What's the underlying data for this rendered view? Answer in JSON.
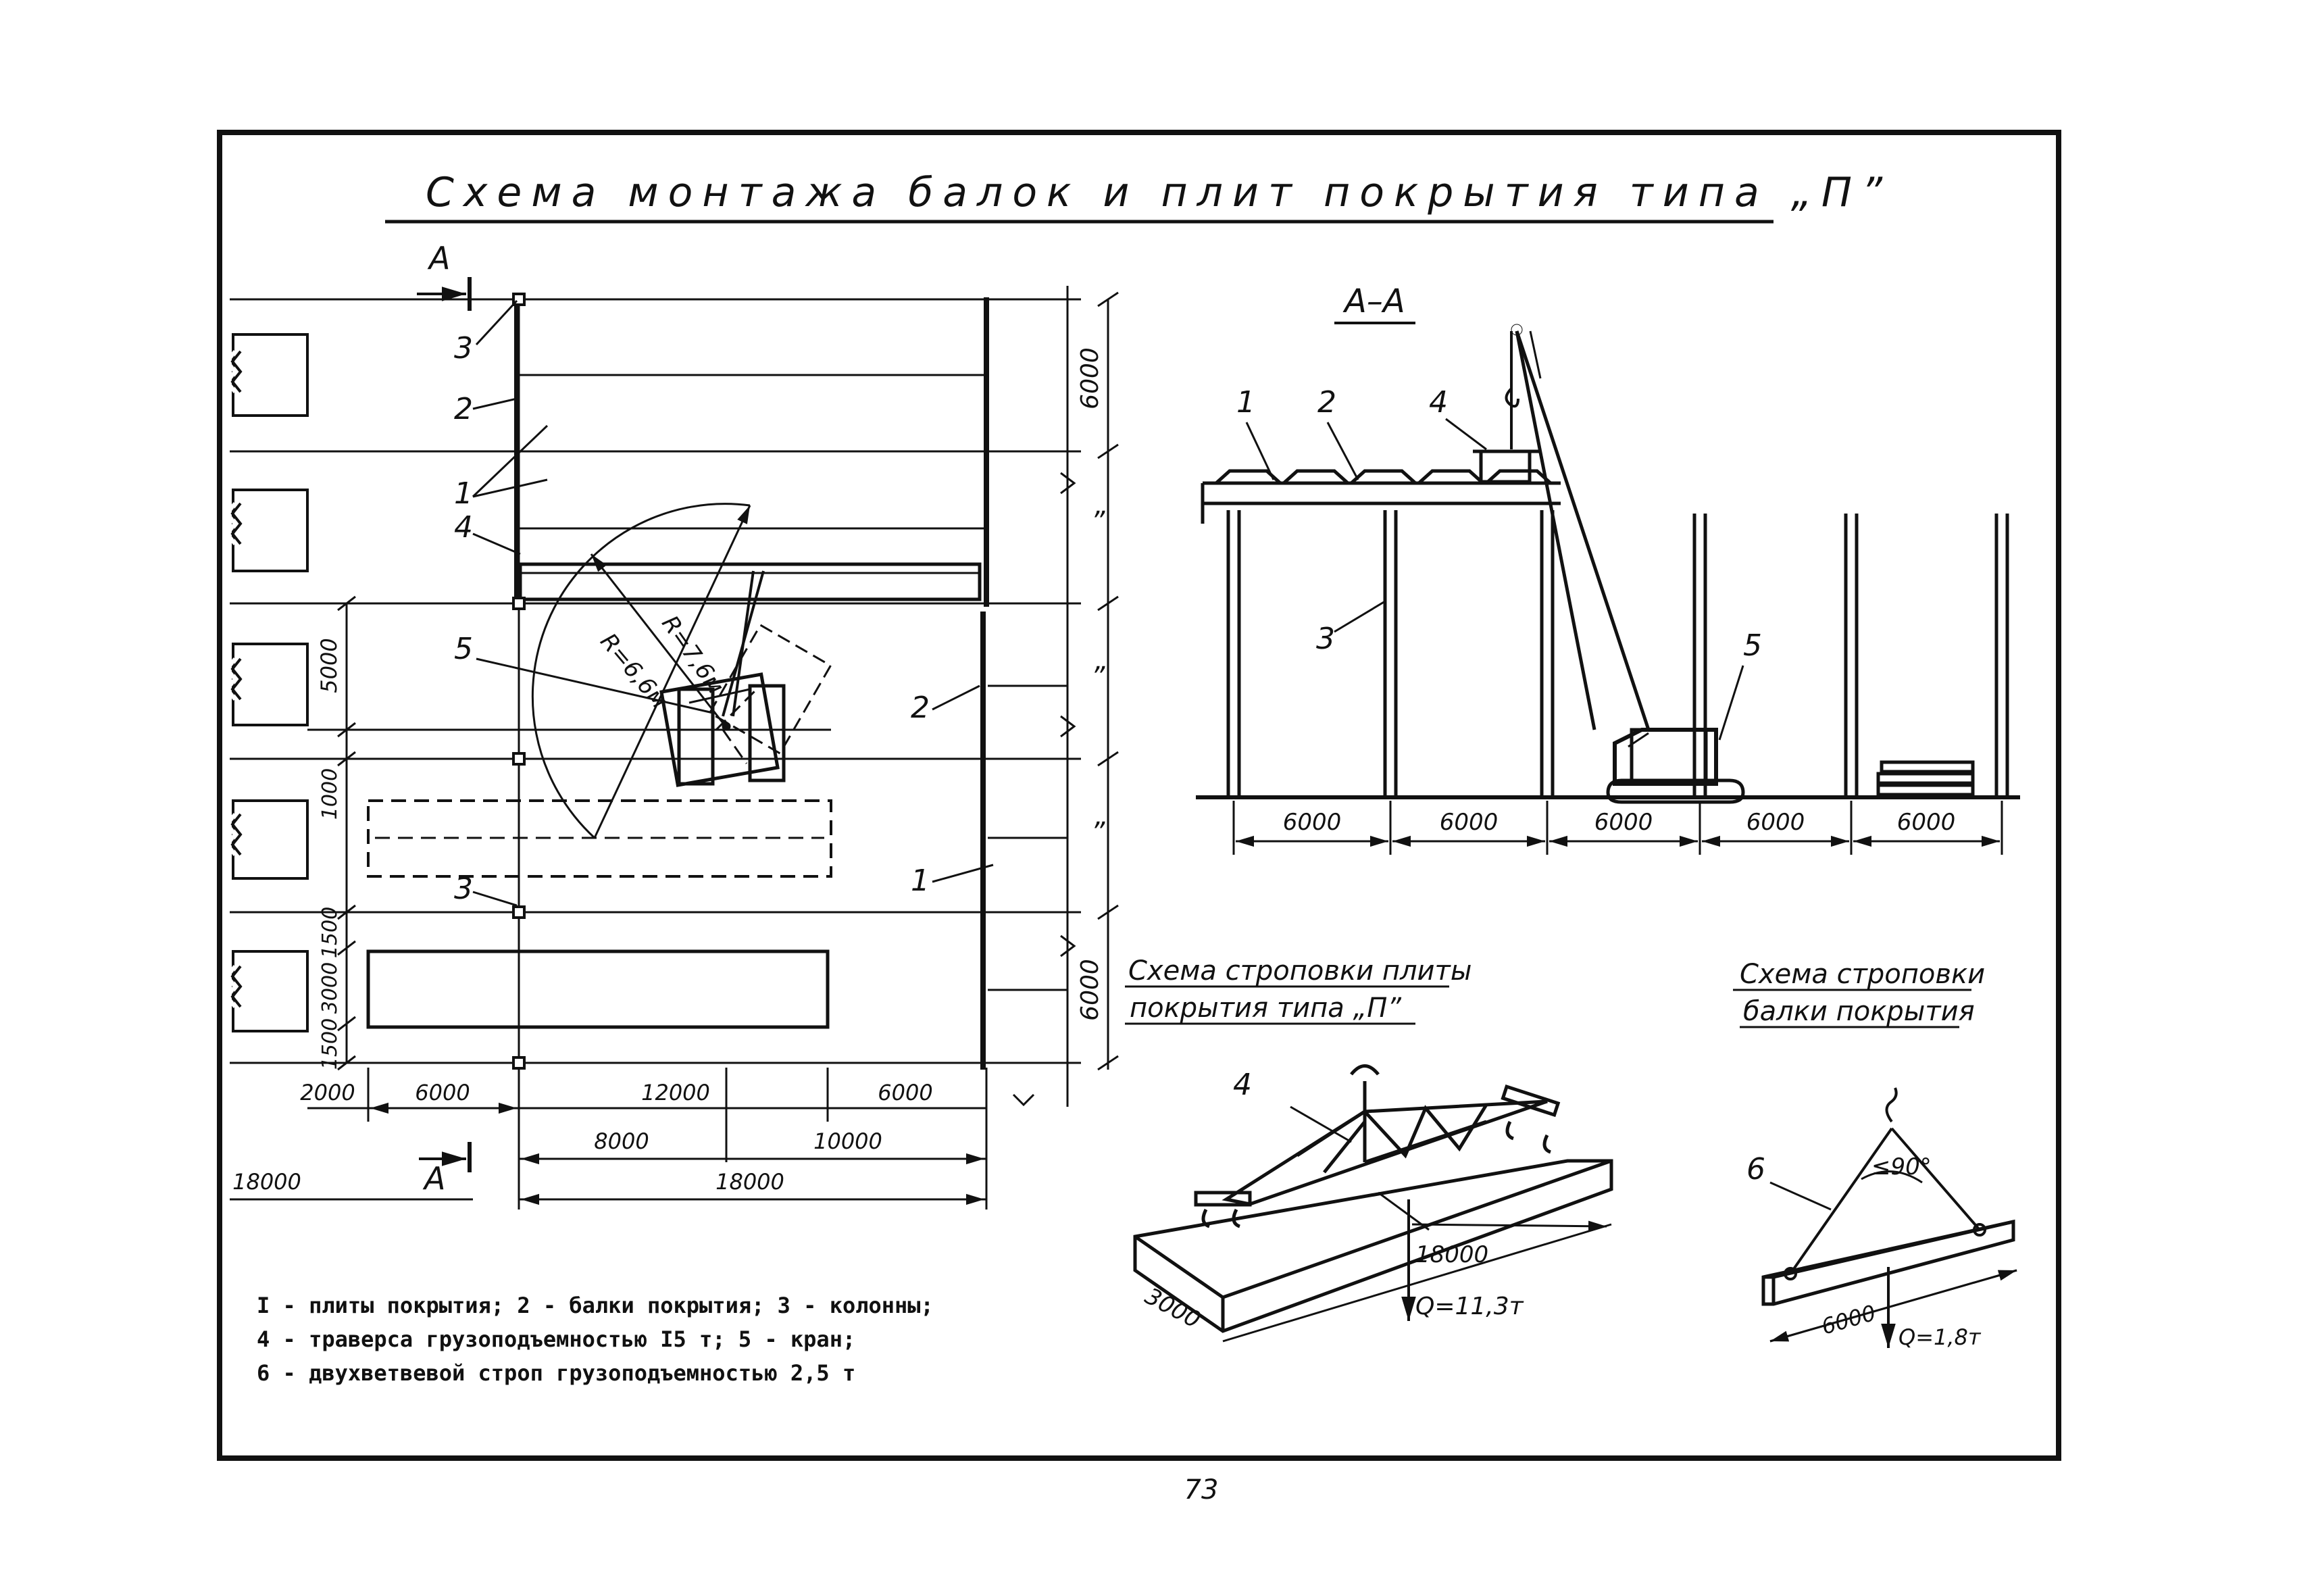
{
  "title": "Схема монтажа балок и плит покрытия типа „П”",
  "section_mark": "А",
  "section_title": "А–А",
  "page_number": "73",
  "plan": {
    "callouts": [
      "3",
      "2",
      "1",
      "4",
      "5",
      "3",
      "2",
      "1"
    ],
    "radius_outer": "R=7,6м",
    "radius_inner": "R=6,6м",
    "right_dims": [
      "6000",
      "”",
      "”",
      "”",
      "6000"
    ],
    "left_dims": [
      "5000",
      "1000",
      "1500",
      "3000",
      "1500"
    ],
    "bottom_row1": [
      "2000",
      "6000",
      "12000",
      "6000"
    ],
    "bottom_row2": [
      "8000",
      "10000"
    ],
    "bottom_row3": [
      "18000",
      "18000"
    ]
  },
  "section": {
    "callouts": [
      "1",
      "2",
      "4",
      "3",
      "5"
    ],
    "spans": [
      "6000",
      "6000",
      "6000",
      "6000",
      "6000"
    ]
  },
  "slab_sling": {
    "title_line1": "Схема строповки плиты",
    "title_line2": "покрытия типа „П”",
    "callout": "4",
    "length": "18000",
    "width": "3000",
    "load": "Q=11,3т"
  },
  "beam_sling": {
    "title_line1": "Схема строповки",
    "title_line2": "балки покрытия",
    "callout": "6",
    "angle": "≤90°",
    "length": "6000",
    "load": "Q=1,8т"
  },
  "legend": [
    "I - плиты покрытия; 2 - балки покрытия; 3 - колонны;",
    "4 - траверса грузоподъемностью I5 т; 5 - кран;",
    "6 - двухветвевой строп грузоподъемностью 2,5 т"
  ]
}
